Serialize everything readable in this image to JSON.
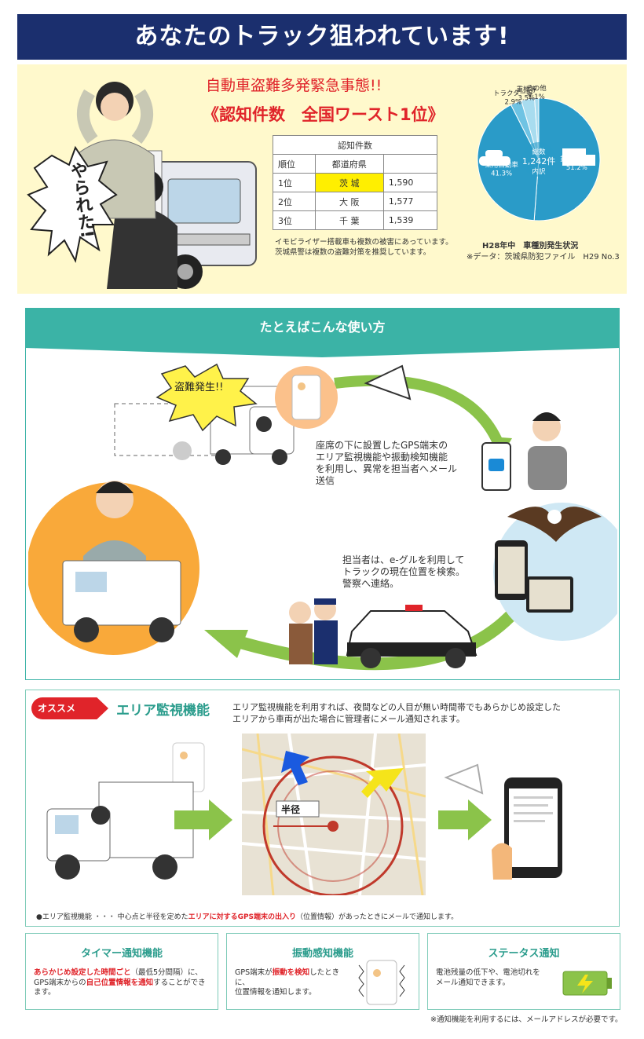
{
  "header": {
    "title": "あなたのトラック狙われています!"
  },
  "alert": {
    "line1": "自動車盗難多発緊急事態!!",
    "line2": "《認知件数　全国ワースト1位》",
    "bubble": "やられた!"
  },
  "ranking": {
    "caption": "認知件数",
    "col_rank": "順位",
    "col_pref": "都道府県",
    "rows": [
      {
        "rank": "1位",
        "pref": "茨 城",
        "count": "1,590"
      },
      {
        "rank": "2位",
        "pref": "大 阪",
        "count": "1,577"
      },
      {
        "rank": "3位",
        "pref": "千 葉",
        "count": "1,539"
      }
    ],
    "note1": "イモビライザー搭載車も複数の被害にあっています。",
    "note2": "茨城県警は複数の盗難対策を推奨しています。"
  },
  "pie": {
    "center1": "総数",
    "center2": "1,242件",
    "center3": "内訳",
    "title": "H28年中　車種別発生状況",
    "source": "※データ：茨城県防犯ファイル　H29 No.3",
    "colors": {
      "main": "#2a9bc8",
      "light": "#6fc3e3",
      "lighter": "#a8dcef"
    }
  },
  "chart_data": {
    "type": "pie",
    "categories": [
      "貨物自動車",
      "乗用自動車",
      "トラクター等",
      "重機等",
      "その他"
    ],
    "values": [
      51.2,
      41.3,
      2.9,
      3.5,
      1.1
    ]
  },
  "usage": {
    "title": "たとえばこんな使い方",
    "bubble": "盗難発生!!",
    "caption1": [
      "座席の下に設置したGPS端末の",
      "エリア監視機能や振動検知機能",
      "を利用し、異常を担当者へメール",
      "送信"
    ],
    "caption2": [
      "担当者は、e-グルを利用して",
      "トラックの現在位置を検索。",
      "警察へ連絡。"
    ]
  },
  "area": {
    "badge": "オススメ",
    "title": "エリア監視機能",
    "desc1": "エリア監視機能を利用すれば、夜間などの人目が無い時間帯でもあらかじめ設定した",
    "desc2": "エリアから車両が出た場合に管理者にメール通知されます。",
    "radius": "半径",
    "note_pre": "●エリア監視機能 ・・・ 中心点と半径を定めた",
    "note_red": "エリアに対するGPS端末の出入り",
    "note_post": "（位置情報）があったときにメールで通知します。"
  },
  "timer": {
    "title": "タイマー通知機能",
    "r1": "あらかじめ設定した時間ごと",
    "t1": "（最低5分間隔）に、",
    "t2": "GPS端末からの",
    "r2": "自己位置情報を通知",
    "t3": "することができ",
    "t4": "ます。"
  },
  "vibration": {
    "title": "振動感知機能",
    "t1": "GPS端末が",
    "r1": "振動を検知",
    "t2": "したときに、",
    "t3": "位置情報を通知します。"
  },
  "status": {
    "title": "ステータス通知",
    "t1": "電池残量の低下や、電池切れを",
    "t2": "メール通知できます。"
  },
  "footnote": "※通知機能を利用するには、メールアドレスが必要です。"
}
